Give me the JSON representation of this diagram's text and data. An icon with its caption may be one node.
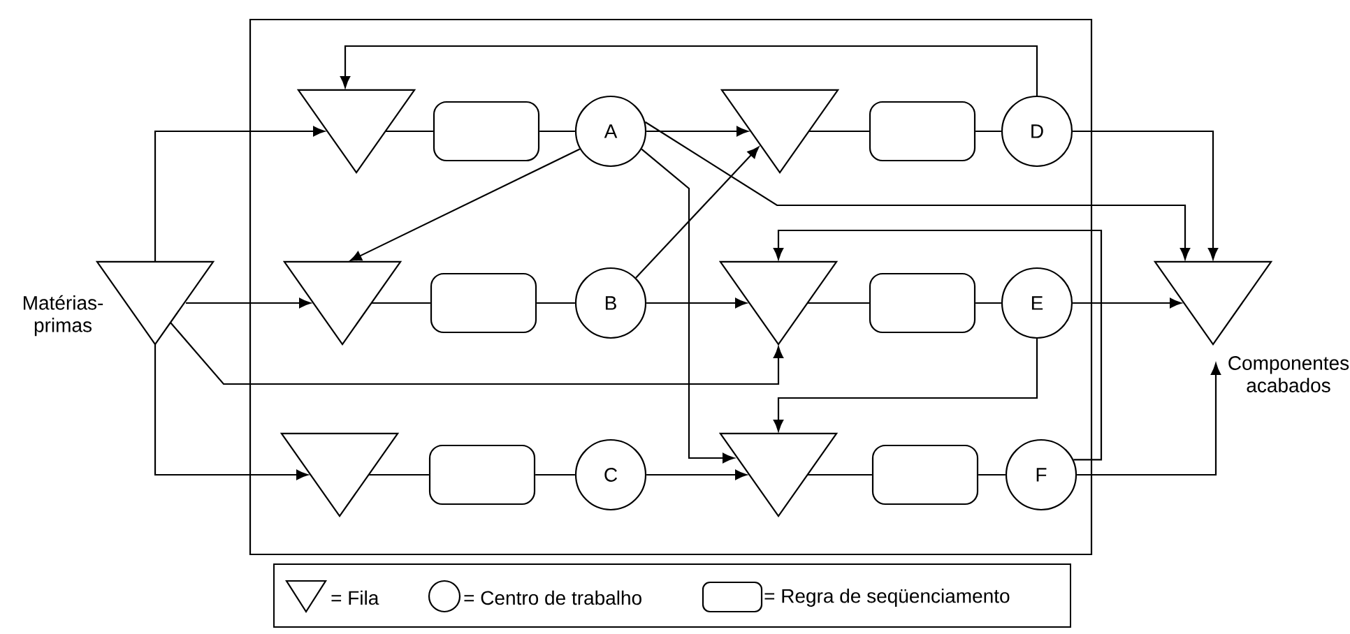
{
  "diagram": {
    "nodes": [
      {
        "text": [
          "Matérias-primas"
        ]
      },
      {
        "text": [],
        "shape": "box"
      },
      {
        "text": [],
        "shape": "triangle",
        "in": 1
      },
      {
        "text": [],
        "shape": "box",
        "in": 1
      },
      {
        "text": [
          "A"
        ],
        "in": 1
      },
      {
        "text": [],
        "shape": "triangle",
        "in": 1
      },
      {
        "text": [],
        "shape": "box",
        "in": 1
      },
      {
        "text": [
          "D"
        ],
        "in": 1
      },
      {
        "text": [],
        "shape": "triangle",
        "in": 1
      },
      {
        "text": [],
        "shape": "box",
        "in": 1
      },
      {
        "text": [
          "B"
        ],
        "in": 1
      },
      {
        "text": [],
        "shape": "triangle",
        "in": 1
      },
      {
        "text": [],
        "shape": "box",
        "in": 1
      },
      {
        "text": [
          "E"
        ],
        "in": 1
      },
      {
        "text": [],
        "shape": "triangle",
        "in": 1
      },
      {
        "text": [],
        "shape": "box",
        "in": 1
      },
      {
        "text": [
          "C"
        ],
        "in": 1
      },
      {
        "text": [],
        "shape": "triangle",
        "in": 1
      },
      {
        "text": [],
        "shape": "box",
        "in": 1
      },
      {
        "text": [
          "F"
        ],
        "in": 1
      },
      {
        "text": [
          "Componentes acabados"
        ]
      }
    ],
    "edges": [
      {
        "from": 0,
        "to": 2,
        "arrow": "to"
      },
      {
        "from": 0,
        "to": 8,
        "arrow": "to"
      },
      {
        "from": 0,
        "to": 14,
        "arrow": "to"
      },
      {
        "from": 0,
        "to": 11,
        "arrow": "to"
      },
      {
        "from": 2,
        "to": 3,
        "arrow": "none"
      },
      {
        "from": 3,
        "to": 4,
        "arrow": "none"
      },
      {
        "from": 4,
        "to": 5,
        "arrow": "to"
      },
      {
        "from": 4,
        "to": 8,
        "arrow": "to"
      },
      {
        "from": 4,
        "to": 17,
        "arrow": "to"
      },
      {
        "from": 4,
        "to": 20,
        "arrow": "to"
      },
      {
        "from": 5,
        "to": 6,
        "arrow": "none"
      },
      {
        "from": 6,
        "to": 7,
        "arrow": "none"
      },
      {
        "from": 7,
        "to": 2,
        "arrow": "to"
      },
      {
        "from": 7,
        "to": 20,
        "arrow": "to"
      },
      {
        "from": 8,
        "to": 9,
        "arrow": "none"
      },
      {
        "from": 9,
        "to": 10,
        "arrow": "none"
      },
      {
        "from": 10,
        "to": 5,
        "arrow": "to"
      },
      {
        "from": 10,
        "to": 11,
        "arrow": "to"
      },
      {
        "from": 11,
        "to": 12,
        "arrow": "none"
      },
      {
        "from": 12,
        "to": 13,
        "arrow": "none"
      },
      {
        "from": 13,
        "to": 20,
        "arrow": "to"
      },
      {
        "from": 13,
        "to": 17,
        "arrow": "to"
      },
      {
        "from": 14,
        "to": 15,
        "arrow": "none"
      },
      {
        "from": 15,
        "to": 16,
        "arrow": "none"
      },
      {
        "from": 16,
        "to": 17,
        "arrow": "to"
      },
      {
        "from": 17,
        "to": 18,
        "arrow": "none"
      },
      {
        "from": 18,
        "to": 19,
        "arrow": "none"
      },
      {
        "from": 19,
        "to": 11,
        "arrow": "to"
      },
      {
        "from": 19,
        "to": 20,
        "arrow": "to"
      }
    ],
    "legend": [
      {
        "text": "= Fila"
      },
      {
        "text": "= Centro de trabalho"
      },
      {
        "text": "= Regra de seqüenciamento"
      }
    ]
  }
}
